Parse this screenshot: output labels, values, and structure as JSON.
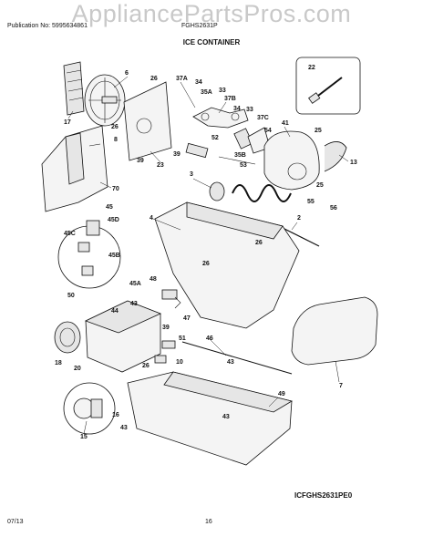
{
  "header": {
    "watermark": "AppliancePartsPros.com",
    "publication": "Publication No: 5995634861",
    "model": "FGHS2631P",
    "title": "ICE CONTAINER"
  },
  "diagram_code": "ICFGHS2631PE0",
  "footer": {
    "date": "07/13",
    "page": "16"
  },
  "callouts": {
    "c6": "6",
    "c26a": "26",
    "c37a": "37A",
    "c34a": "34",
    "c35a": "35A",
    "c33a": "33",
    "c37b": "37B",
    "c34b": "34",
    "c33b": "33",
    "c22": "22",
    "c17": "17",
    "c26b": "26",
    "c8": "8",
    "c39a": "39",
    "c23": "23",
    "c39b": "39",
    "c52": "52",
    "c37c": "37C",
    "c54": "54",
    "c41": "41",
    "c25a": "25",
    "c35b": "35B",
    "c53": "53",
    "c13": "13",
    "c25b": "25",
    "c70": "70",
    "c3": "3",
    "c55": "55",
    "c56": "56",
    "c45": "45",
    "c45d": "45D",
    "c4": "4",
    "c2": "2",
    "c45c": "45C",
    "c45b": "45B",
    "c26c": "26",
    "c26d": "26",
    "c50": "50",
    "c48": "48",
    "c45a": "45A",
    "c47": "47",
    "c43a": "43",
    "c44": "44",
    "c39c": "39",
    "c51": "51",
    "c46": "46",
    "c18": "18",
    "c20": "20",
    "c26e": "26",
    "c10": "10",
    "c43b": "43",
    "c7": "7",
    "c49": "49",
    "c16": "16",
    "c43c": "43",
    "c43d": "43",
    "c15": "15"
  }
}
